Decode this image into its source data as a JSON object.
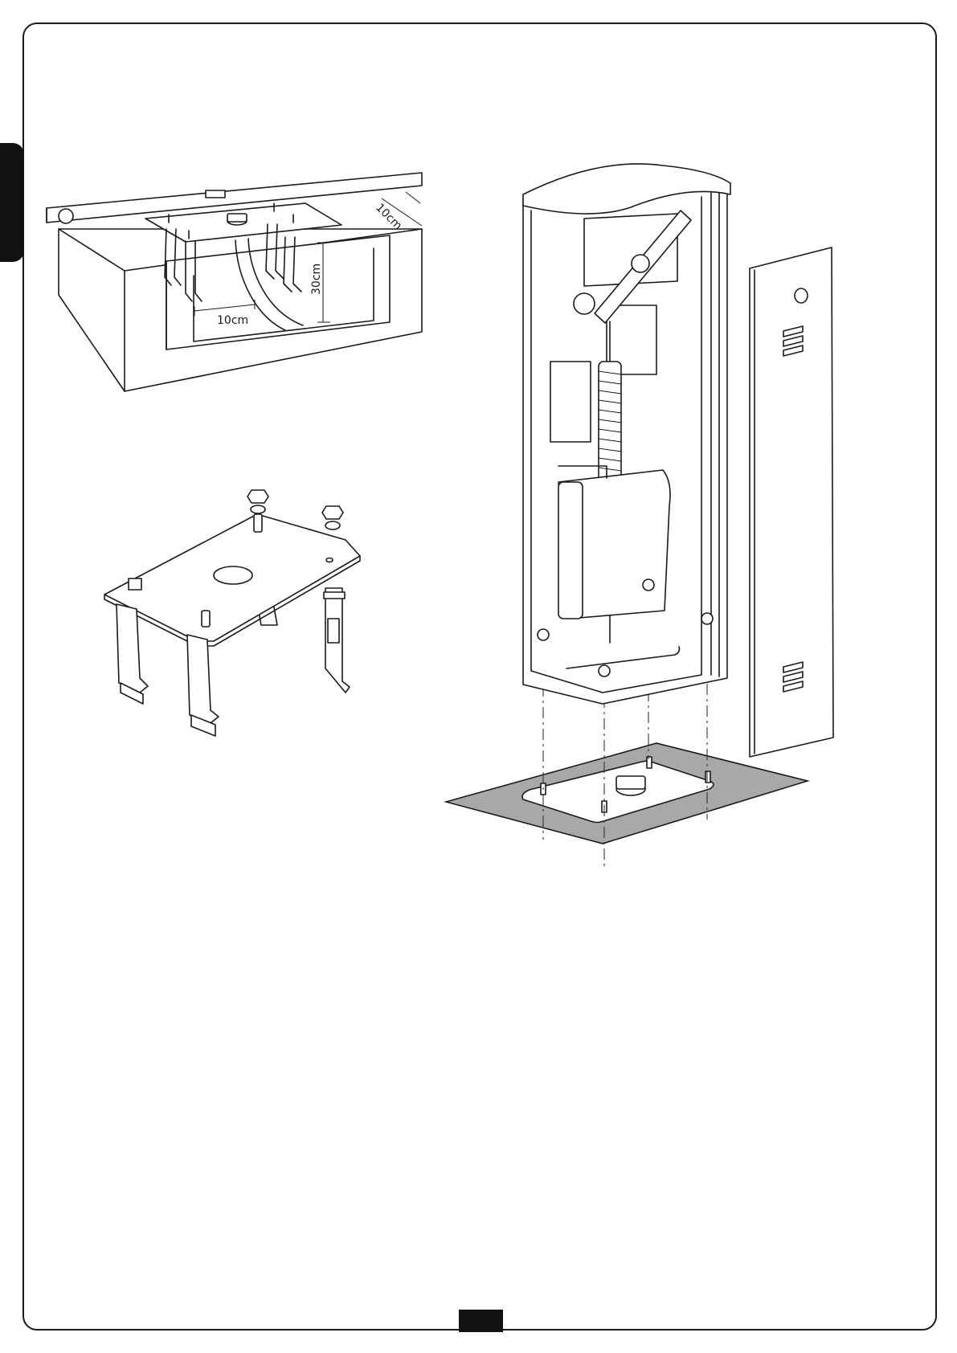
{
  "dimensions": {
    "edge_offset": "10cm",
    "depth": "30cm",
    "pipe_offset": "10cm"
  },
  "page": {
    "page_number": ""
  },
  "colors": {
    "line": "#1a1a1a",
    "ground_plate": "#a8a8a8",
    "tab": "#111111"
  }
}
